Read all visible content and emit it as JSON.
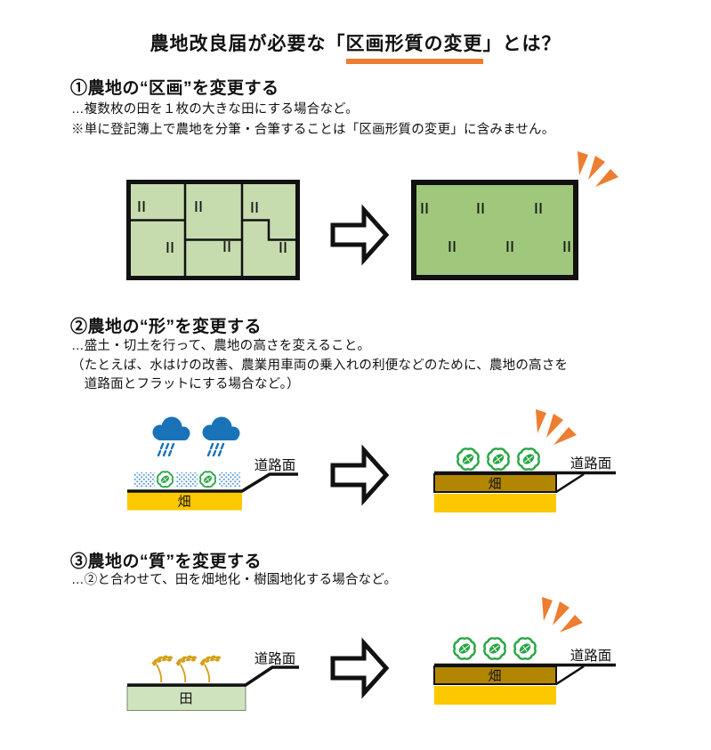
{
  "palette": {
    "accent_orange": "#ed7d31",
    "field_light_green": "#c6dcae",
    "field_merged_green": "#9fc87c",
    "paddy_green": "#cfe3bf",
    "soil_yellow": "#fcc800",
    "fill_soil_brown": "#b28600",
    "rain_cloud_blue": "#1a72b8",
    "water_blue": "#5b9bd5",
    "veg_green": "#27a644",
    "rice_gold": "#d4a01a"
  },
  "title": {
    "prefix": "農地改良届が必要な「",
    "highlight": "区画形質の変更",
    "suffix": "」とは？"
  },
  "sections": [
    {
      "heading": "①農地の“区画”を変更する",
      "lines": [
        "…複数枚の田を１枚の大きな田にする場合など。",
        "※単に登記簿上で農地を分筆・合筆することは「区画形質の変更」に含みません。"
      ]
    },
    {
      "heading": "②農地の“形”を変更する",
      "lines": [
        "…盛土・切土を行って、農地の高さを変えること。",
        "（たとえば、水はけの改善、農業用車両の乗入れの利便などのために、農地の高さを",
        "　道路面とフラットにする場合など。）"
      ]
    },
    {
      "heading": "③農地の“質”を変更する",
      "lines": [
        "…②と合わせて、田を畑地化・樹園地化する場合など。"
      ]
    }
  ],
  "labels": {
    "road_surface": "道路面",
    "hatake": "畑",
    "ta": "田"
  },
  "diagrams": {
    "row1": {
      "left_parcel_count": 6,
      "right_parcel_count": 1,
      "paddy_marks_per_field": 6
    },
    "row2": {
      "left": "waterlogged field below road level",
      "right": "filled field level with road"
    },
    "row3": {
      "left": "rice paddy below road level",
      "right": "converted upland field level with road"
    }
  },
  "icons": {
    "rice_paddy_map_symbol": "∥",
    "rain_cloud": "cloud-with-raindrops",
    "water_puddle": "blue-stipple-patch",
    "vegetable": "leafy-vegetable-ball",
    "rice_plant": "golden-rice-ear",
    "emphasis_sparkle": "three-orange-triangles",
    "transform_arrow": "white-block-arrow-right"
  }
}
